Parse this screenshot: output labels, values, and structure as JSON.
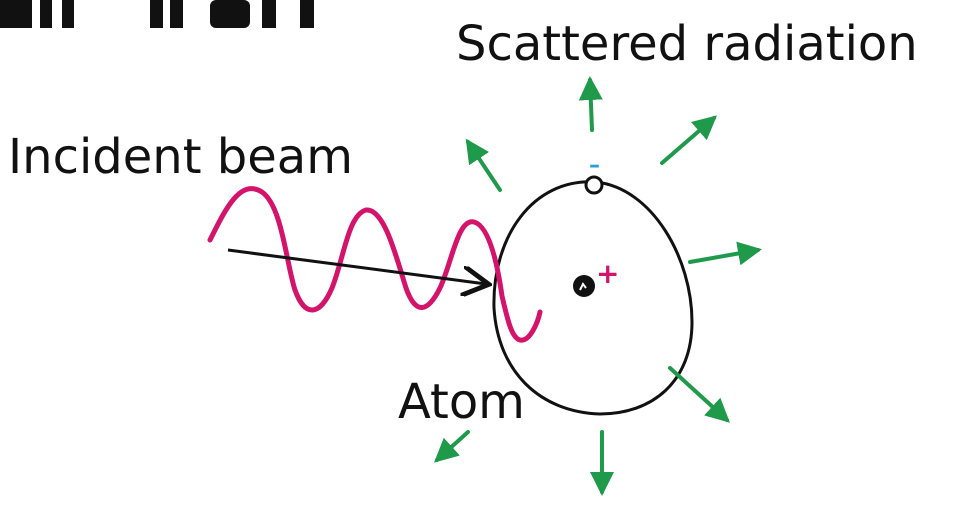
{
  "diagram": {
    "labels": {
      "scattered": "Scattered radiation",
      "incident": "Incident beam",
      "atom": "Atom"
    },
    "charges": {
      "electron": "–",
      "nucleus": "+"
    },
    "colors": {
      "wave": "#d4146a",
      "arrows": "#1f9a4a",
      "electron_charge": "#2a9fd6",
      "nucleus_charge": "#d4146a",
      "ink": "#111111"
    }
  }
}
